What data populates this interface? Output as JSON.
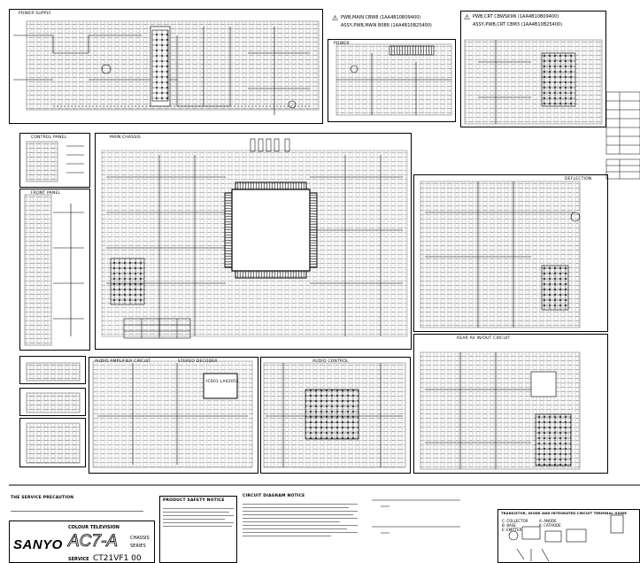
{
  "sheet": {
    "brand": "SANYO",
    "product": "COLOUR TELEVISION",
    "chassis_code": "AC7-A",
    "chassis_label": "CHASSIS",
    "series_label": "SERIES",
    "service_label": "SERVICE",
    "model": "CT21VF1 00"
  },
  "blocks": {
    "power_supply": "POWER SUPPLY",
    "power": "POWER",
    "warning_pwb_main": "PWB,MAIN CBW8 (1AA4B10B09400)",
    "warning_assy_main": "ASSY,PWB,MAIN B088 (1AA4B10B25400)",
    "warning_pwb_crt": "PWB,CRT CBWSK9N (1AA4B10B09400)",
    "warning_assy_crt": "ASSY,PWB,CRT CBM3 (1AA4B10B25400)",
    "control_panel": "CONTROL PANEL",
    "front_panel": "FRONT PANEL",
    "main_chassis": "MAIN CHASSIS",
    "deflection": "DEFLECTION",
    "audio_amplifier": "AUDIO AMPLIFIER CIRCUIT",
    "stereo_decoder": "STEREO DECODER",
    "audio_control": "AUDIO CONTROL",
    "rear_av": "REAR AV IN/OUT CIRCUIT",
    "ic_label": "IC601 LA42051",
    "service_precaution": "THE SERVICE PRECAUTION",
    "product_safety": "PRODUCT SAFETY NOTICE",
    "circuit_notes": "CIRCUIT DIAGRAM NOTICE",
    "terminal_guide": "TRANSISTOR, DIODE AND INTEGRATED CIRCUIT TERMINAL GUIDE"
  },
  "guide": {
    "collector": "C: COLLECTOR",
    "base": "B: BASE",
    "emitter": "E: EMITTER",
    "anode": "A: ANODE",
    "cathode": "K: CATHODE"
  }
}
